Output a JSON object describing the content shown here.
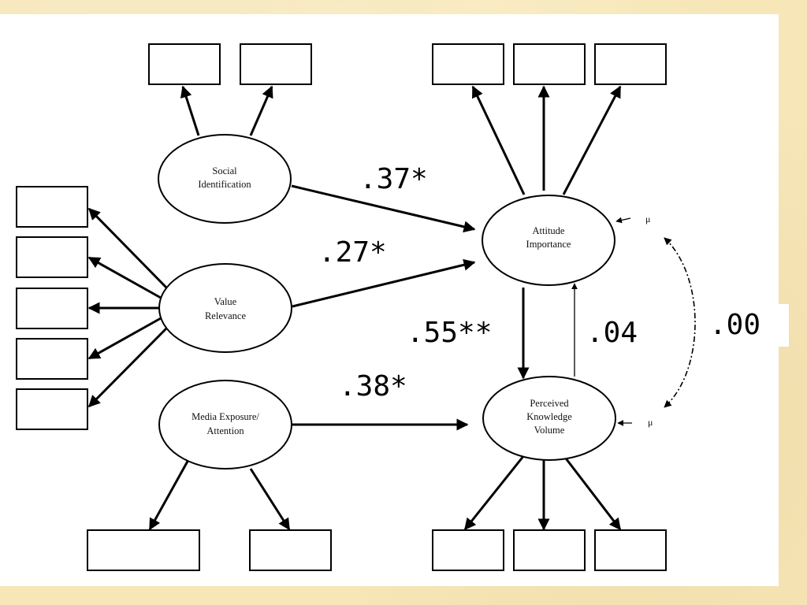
{
  "diagram": {
    "nodes": {
      "social": [
        "Social",
        "Identification"
      ],
      "value": [
        "Value",
        "Relevance"
      ],
      "media": [
        "Media Exposure/",
        "Attention"
      ],
      "attitude": [
        "Attitude",
        "Importance"
      ],
      "knowledge": [
        "Perceived",
        "Knowledge",
        "Volume"
      ]
    },
    "coefficients": {
      "social_to_attitude": ".37*",
      "value_to_attitude": ".27*",
      "attitude_to_knowledge": ".55**",
      "knowledge_to_attitude": ".04",
      "media_to_knowledge": ".38*",
      "error_covariance": ".00"
    },
    "error_label": "μ"
  }
}
